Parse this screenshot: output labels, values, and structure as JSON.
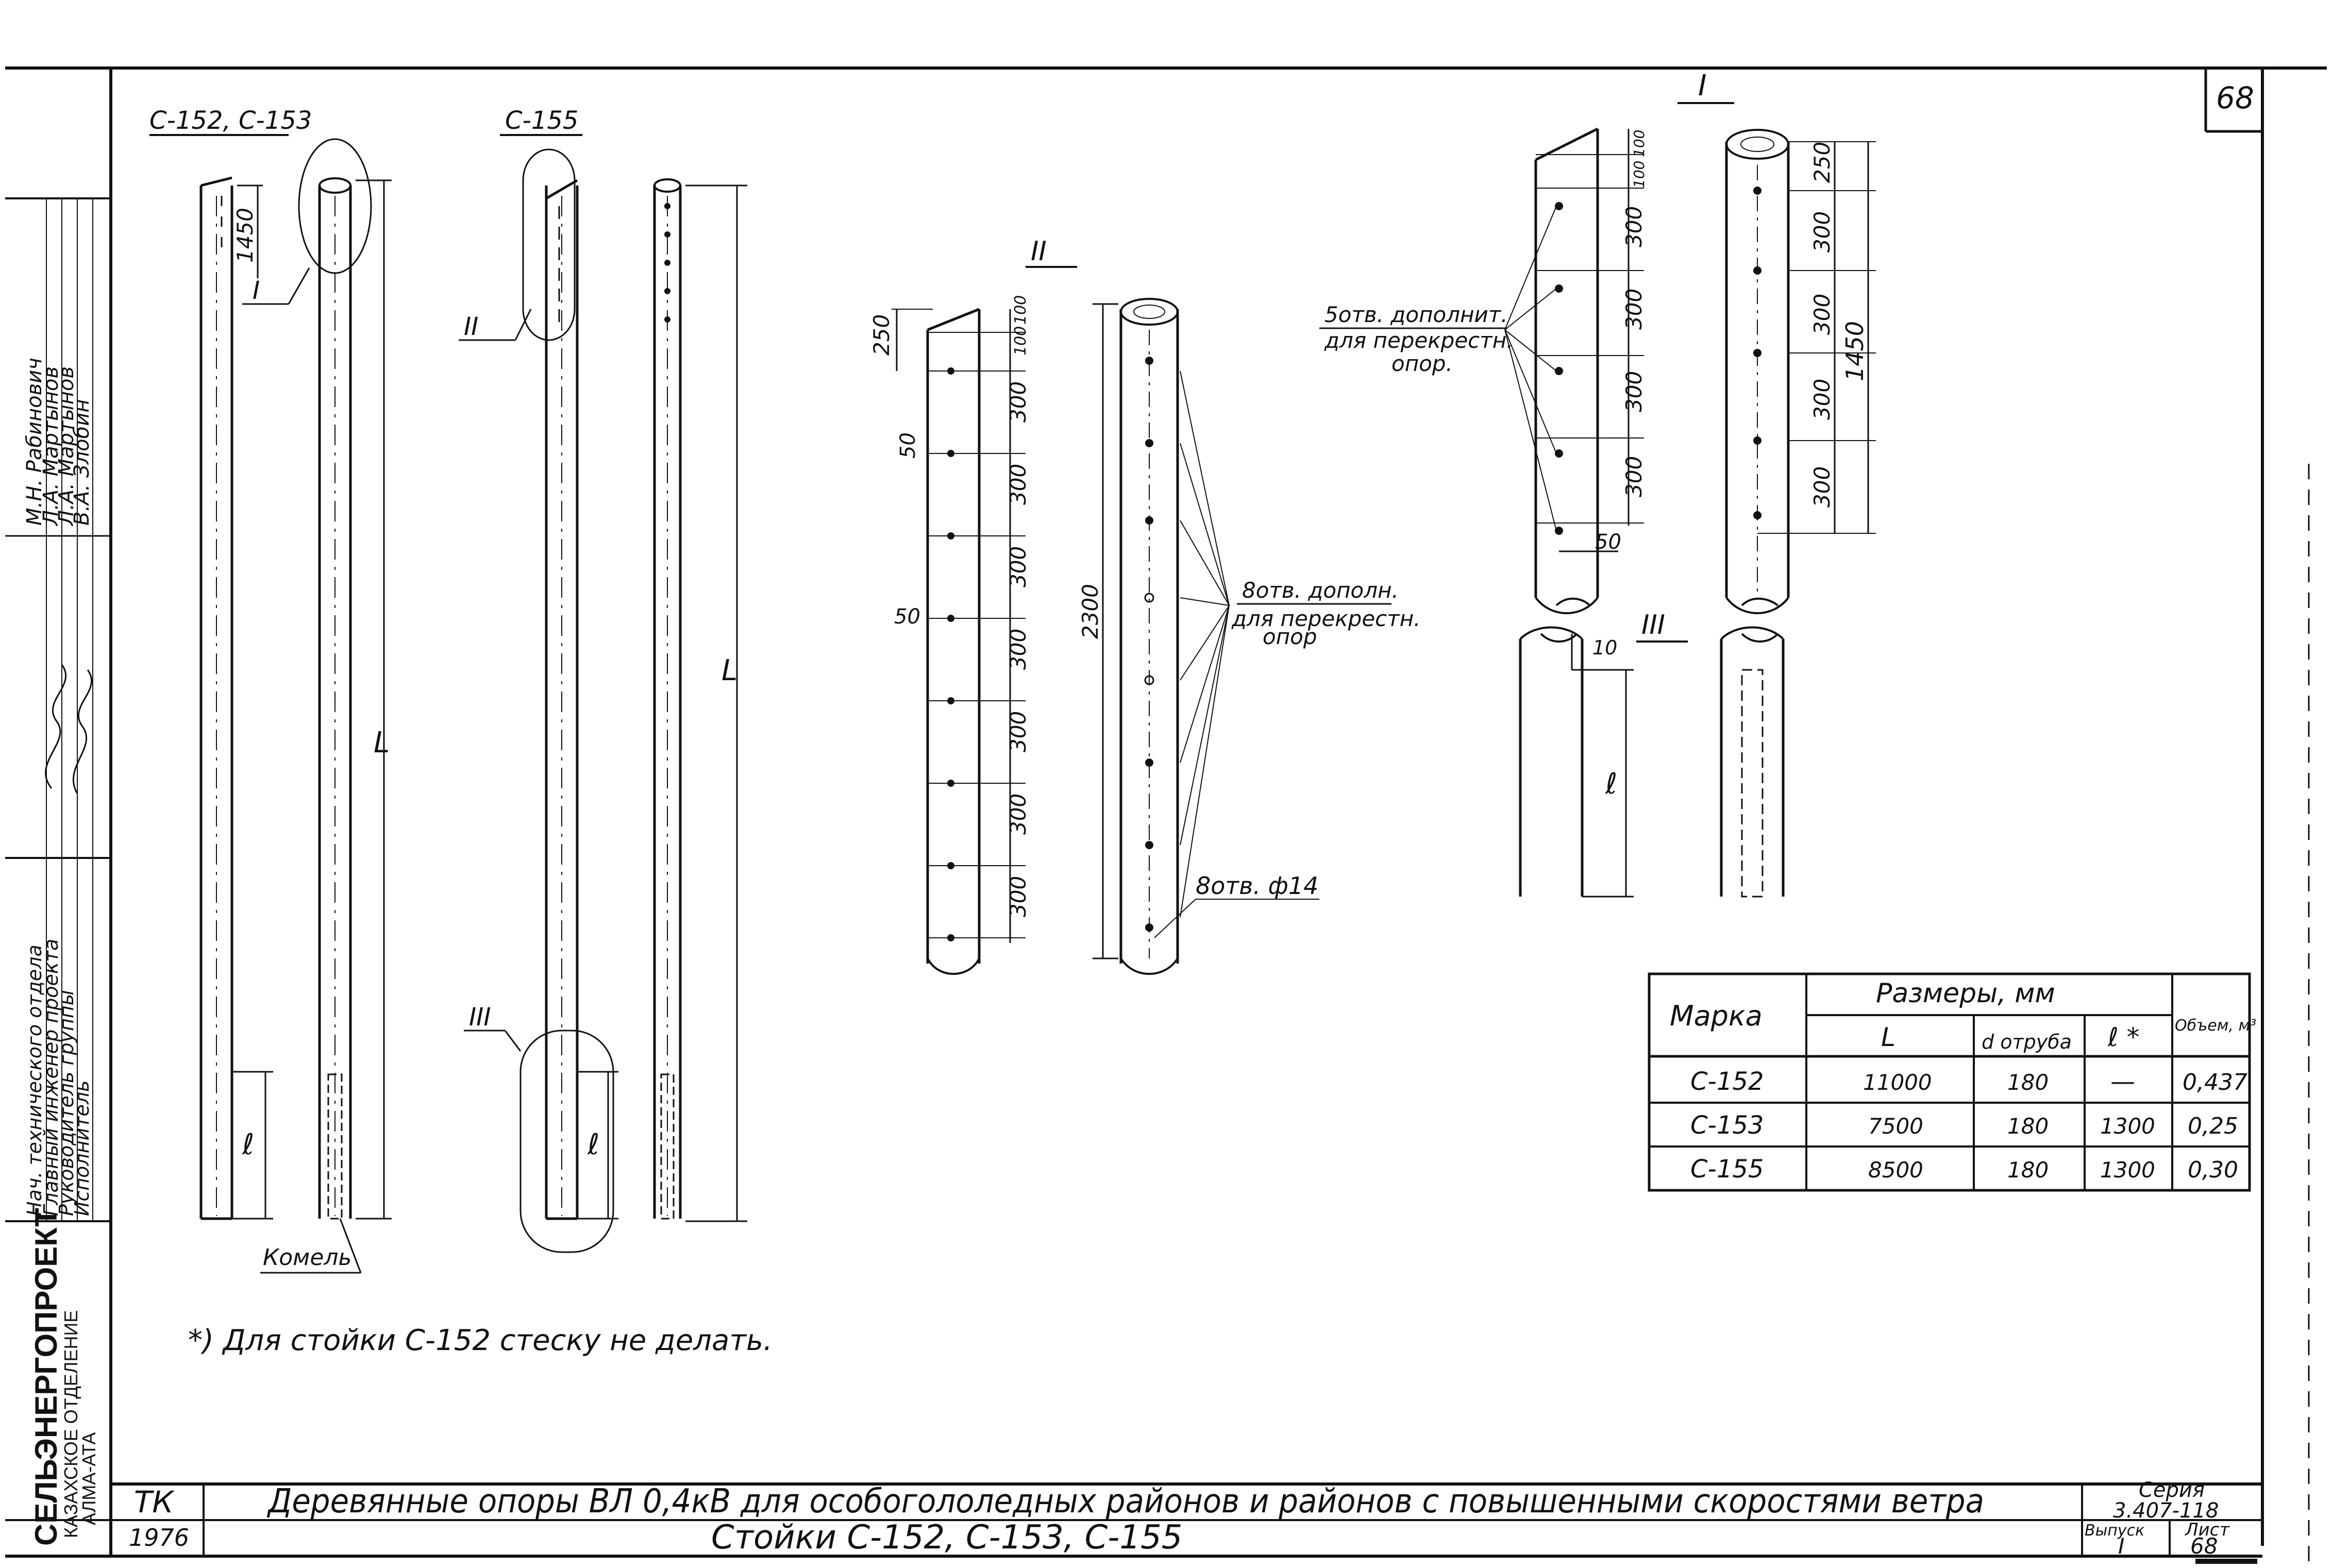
{
  "sheet": {
    "number": "68",
    "footnote": "*) Для стойки С-152 стеску не делать.",
    "title_main": "Деревянные опоры ВЛ 0,4кВ для особогололедных районов и районов с повышенными скоростями ветра",
    "title_sub": "Стойки С-152,  С-153,  С-155",
    "code": "ТК",
    "year": "1976",
    "series_label": "Серия",
    "series_value": "3.407-118",
    "issue_label": "Выпуск",
    "issue_value": "I",
    "sheet_label": "Лист",
    "sheet_value": "68"
  },
  "side_stamp": {
    "org_line1": "СЕЛЬЭНЕРГОПРОЕКТ",
    "org_line2": "КАЗАХСКОЕ ОТДЕЛЕНИЕ",
    "org_line3": "АЛМА-АТА",
    "roles": [
      "Нач. технического отдела",
      "Главный инженер проекта",
      "Руководитель группы",
      "Исполнитель"
    ],
    "names": [
      "М.Н. Рабинович",
      "Л.А. Мартынов",
      "Л.А. Мартынов",
      "В.А. Злобин"
    ]
  },
  "views": {
    "label_c152_c153": "С-152, С-153",
    "label_c155": "С-155",
    "dim_1450": "1450",
    "callout_I": "I",
    "callout_II": "II",
    "callout_III": "III",
    "dim_L": "L",
    "dim_l": "ℓ",
    "butt_label": "Комель"
  },
  "detail_II": {
    "title": "II",
    "dims_top": [
      "250",
      "100",
      "100"
    ],
    "dims_side": [
      "50",
      "50"
    ],
    "dims_spacing": [
      "300",
      "300",
      "300",
      "300",
      "300",
      "300",
      "300"
    ],
    "dim_total": "2300",
    "note_holes_line1": "8отв. дополн.",
    "note_holes_line2": "для перекрестн.",
    "note_holes_line3": "опор",
    "note_holes_dia": "8отв. ф14"
  },
  "detail_I": {
    "title": "I",
    "dims_top": [
      "100",
      "100"
    ],
    "dims_spacing_left": [
      "300",
      "300",
      "300",
      "300"
    ],
    "dim_50": "50",
    "dims_right": [
      "250",
      "300",
      "300",
      "300",
      "300"
    ],
    "dim_total": "1450",
    "note_line1": "5отв. дополнит.",
    "note_line2": "для перекрестн.",
    "note_line3": "опор."
  },
  "detail_III": {
    "title": "III",
    "dim_10": "10",
    "dim_l": "ℓ"
  },
  "table": {
    "col_mark": "Марка",
    "col_sizes": "Размеры, мм",
    "col_L": "L",
    "col_d": "d отруба",
    "col_l": "ℓ *",
    "col_vol": "Объем, м³",
    "rows": [
      {
        "mark": "С-152",
        "L": "11000",
        "d": "180",
        "l": "—",
        "vol": "0,437"
      },
      {
        "mark": "С-153",
        "L": "7500",
        "d": "180",
        "l": "1300",
        "vol": "0,25"
      },
      {
        "mark": "С-155",
        "L": "8500",
        "d": "180",
        "l": "1300",
        "vol": "0,30"
      }
    ]
  }
}
